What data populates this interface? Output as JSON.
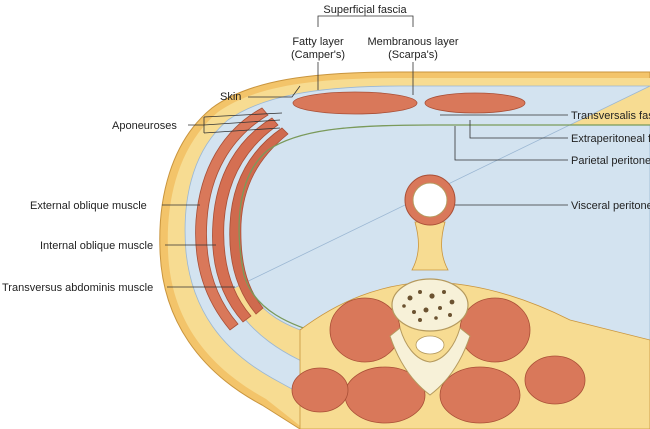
{
  "labels": {
    "superficial_fascia": "Superficial fascia",
    "fatty_layer_line1": "Fatty layer",
    "fatty_layer_line2": "(Camper's)",
    "membranous_layer_line1": "Membranous layer",
    "membranous_layer_line2": "(Scarpa's)",
    "skin": "Skin",
    "aponeuroses": "Aponeuroses",
    "transversalis_fascia": "Transversalis fascia",
    "extraperitoneal_fascia": "Extraperitoneal fascia",
    "parietal_peritoneum": "Parietal peritoneum",
    "visceral_peritoneum": "Visceral peritoneum",
    "external_oblique": "External oblique muscle",
    "internal_oblique": "Internal oblique muscle",
    "transversus_abdominis": "Transversus abdominis muscle"
  },
  "colors": {
    "fat": "#f6d98a",
    "skin": "#f3c46a",
    "muscle": "#d9785a",
    "fascia": "#cfe0ef",
    "bone": "#f7f1d8"
  }
}
